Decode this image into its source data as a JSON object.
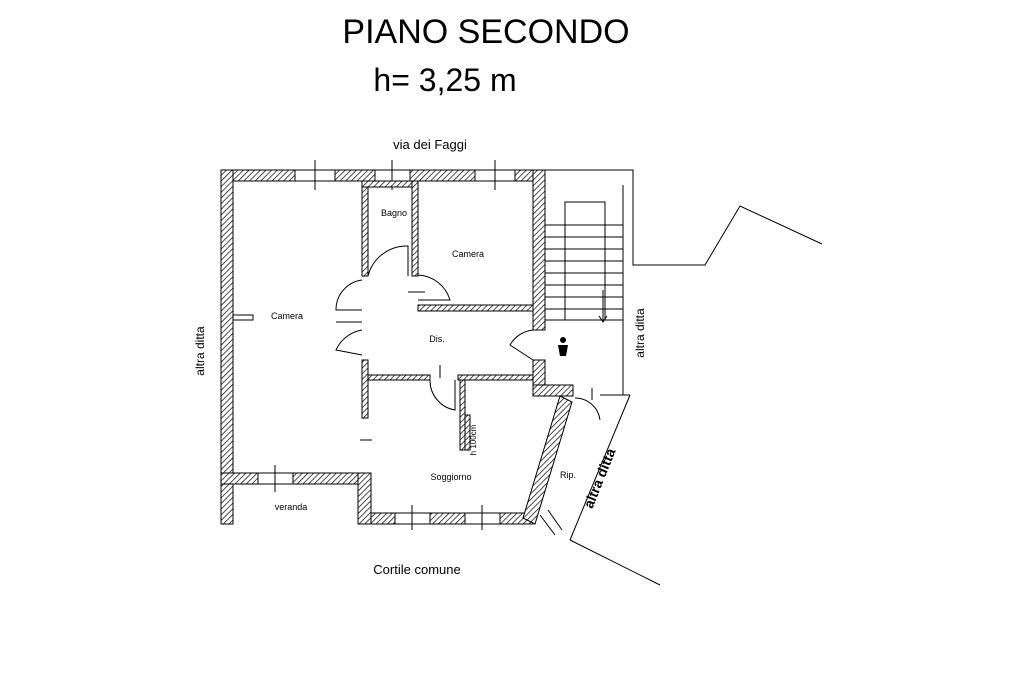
{
  "title": "PIANO SECONDO",
  "subtitle": "h= 3,25 m",
  "labels": {
    "street": "via dei Faggi",
    "courtyard": "Cortile comune",
    "neighbor_left": "altra ditta",
    "neighbor_right": "altra ditta",
    "neighbor_right_lower": "altra ditta",
    "camera_left": "Camera",
    "camera_top": "Camera",
    "bagno": "Bagno",
    "disimpegno": "Dis.",
    "soggiorno": "Soggiorno",
    "veranda": "veranda",
    "ripostiglio": "Rip.",
    "height_note": "h 100cm"
  }
}
